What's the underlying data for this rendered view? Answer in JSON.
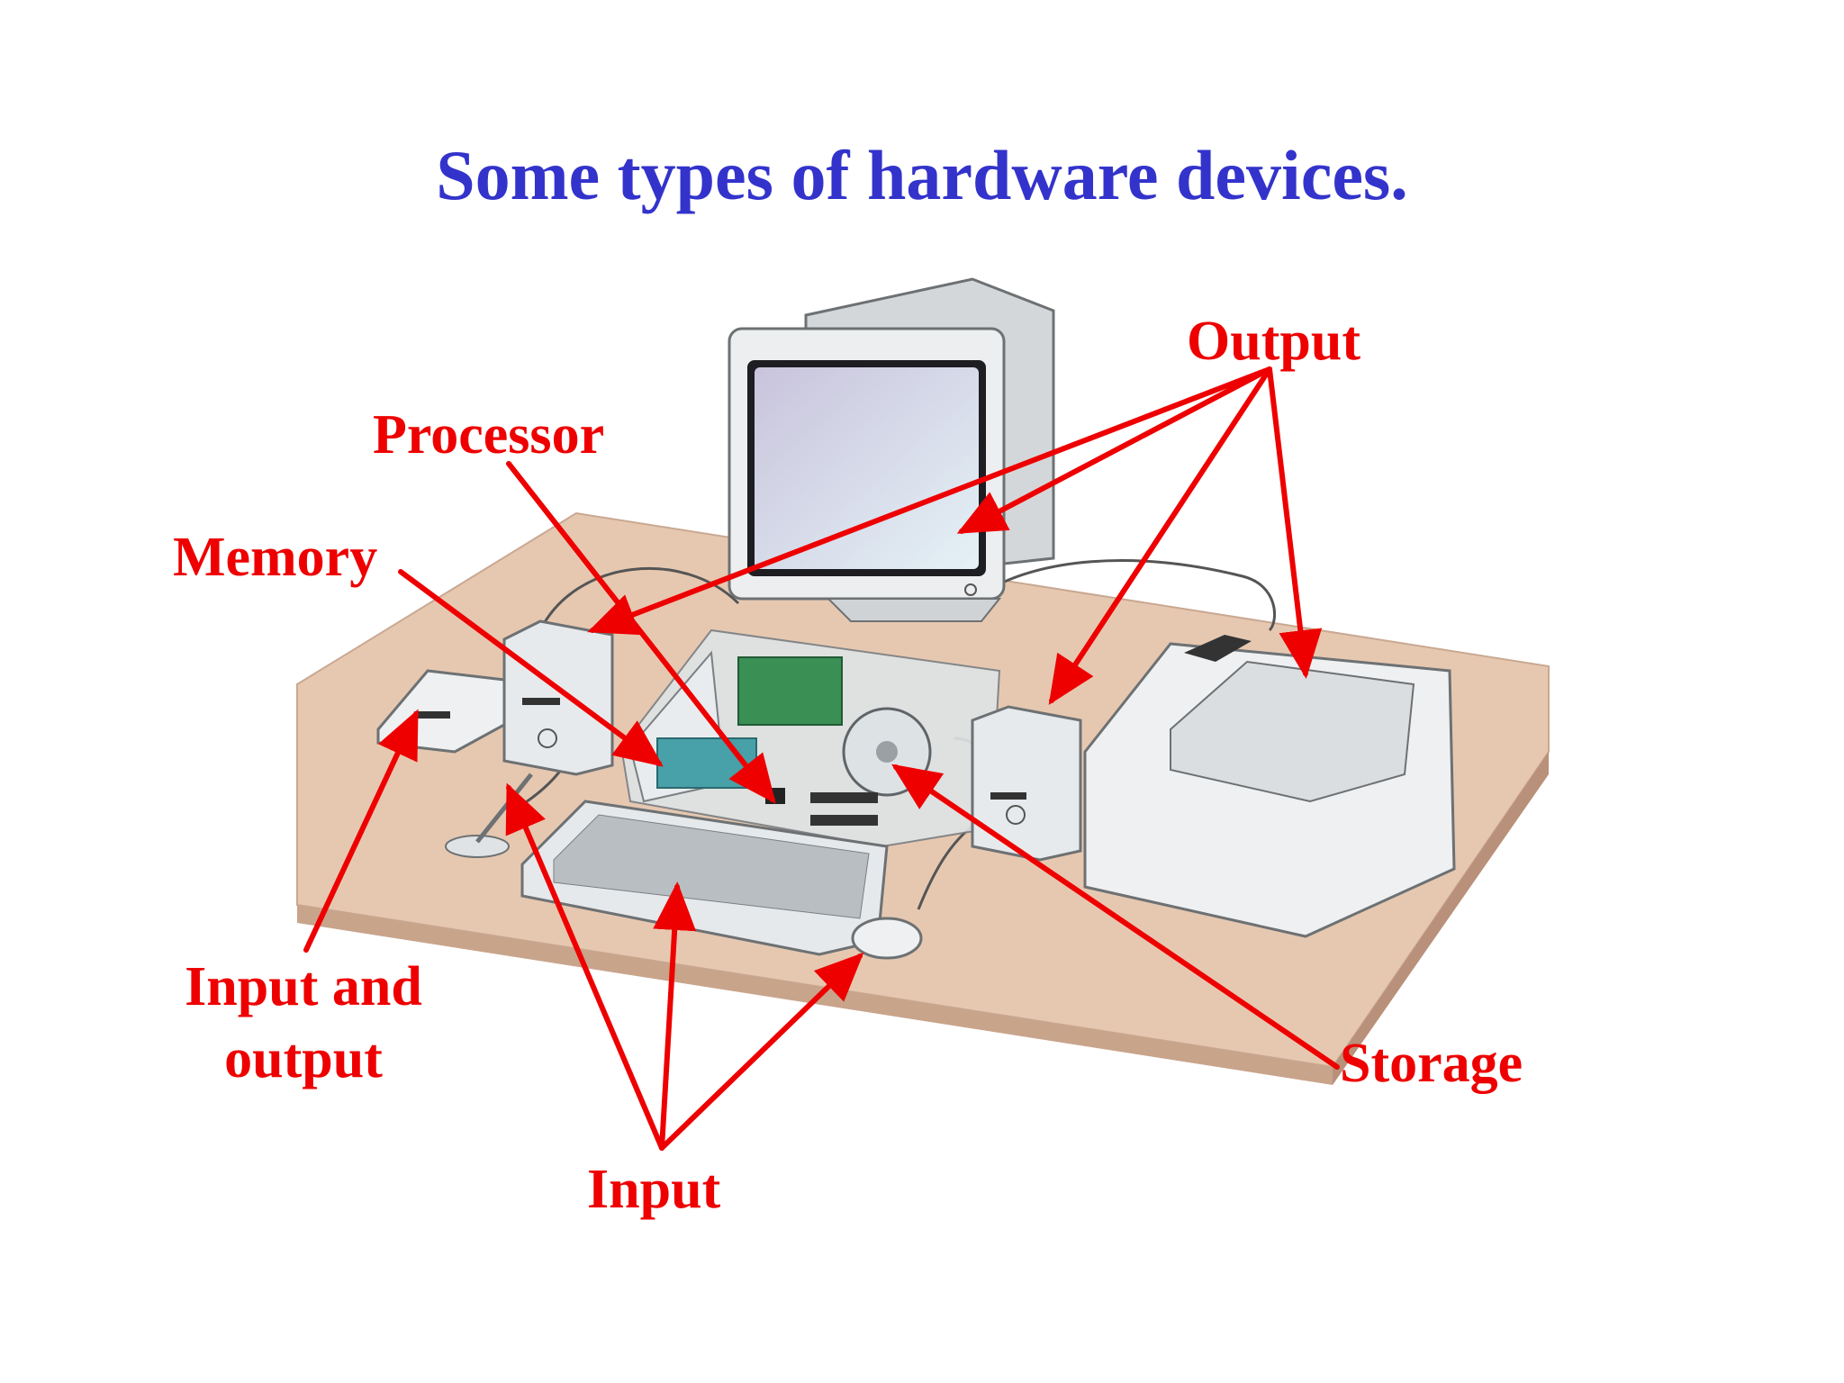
{
  "title": "Some types of hardware devices.",
  "labels": {
    "output": "Output",
    "processor": "Processor",
    "memory": "Memory",
    "input_and_output_line1": "Input and",
    "input_and_output_line2": "output",
    "input": "Input",
    "storage": "Storage"
  },
  "colors": {
    "title": "#3333cc",
    "labels": "#ee0000",
    "arrows": "#ee0000",
    "desk": "#e6c6ae"
  }
}
